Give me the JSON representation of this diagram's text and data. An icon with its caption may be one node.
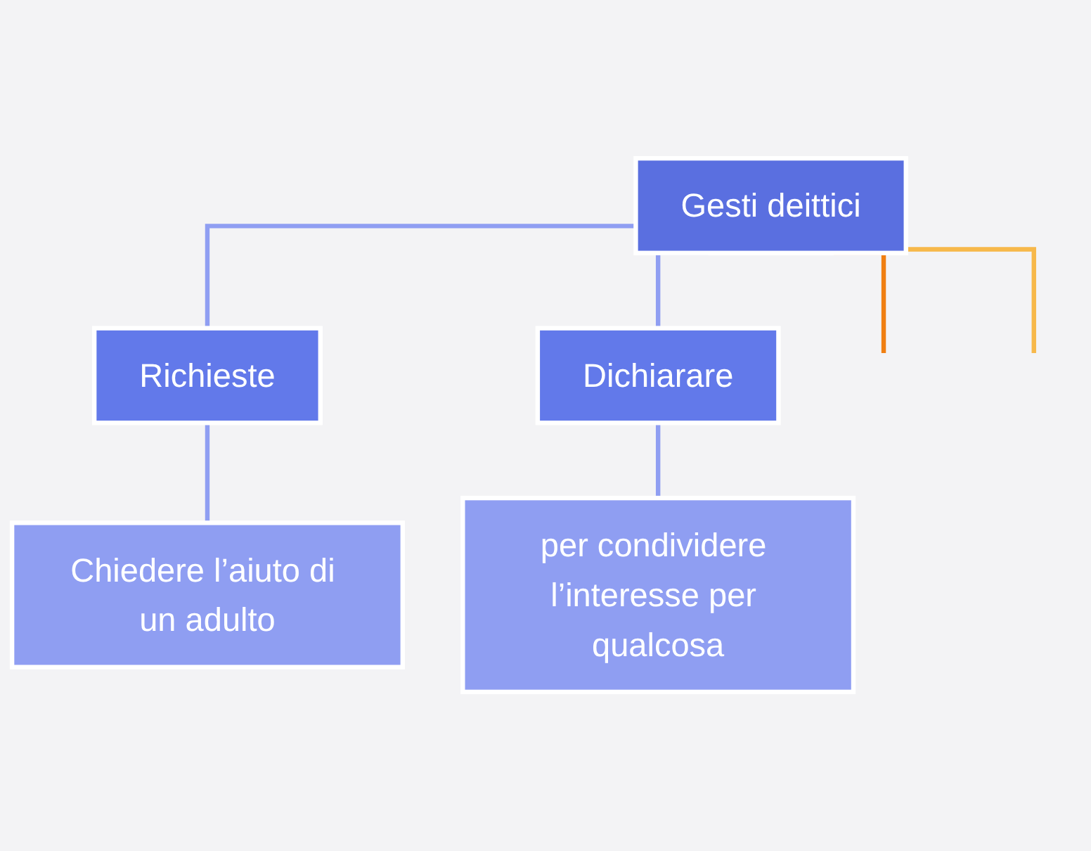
{
  "diagram": {
    "nodes": [
      {
        "text": [
          "Gesti deittici"
        ]
      },
      {
        "text": [
          "Richieste"
        ]
      },
      {
        "text": [
          "Dichiarare"
        ]
      },
      {
        "text": [
          "Chiedere l’aiuto di un adulto"
        ]
      },
      {
        "text": [
          "per condividere l’interesse per qualcosa"
        ]
      }
    ],
    "edges": [
      {
        "from": 0,
        "to": 1,
        "arrow": "none"
      },
      {
        "from": 0,
        "to": 2,
        "arrow": "none"
      },
      {
        "from": 1,
        "to": 3,
        "arrow": "none"
      },
      {
        "from": 2,
        "to": 4,
        "arrow": "none"
      },
      {
        "from": 0,
        "to": null,
        "arrow": "none",
        "color": "#f07f12"
      },
      {
        "from": 0,
        "to": null,
        "arrow": "none",
        "color": "#f7b84a"
      }
    ]
  }
}
